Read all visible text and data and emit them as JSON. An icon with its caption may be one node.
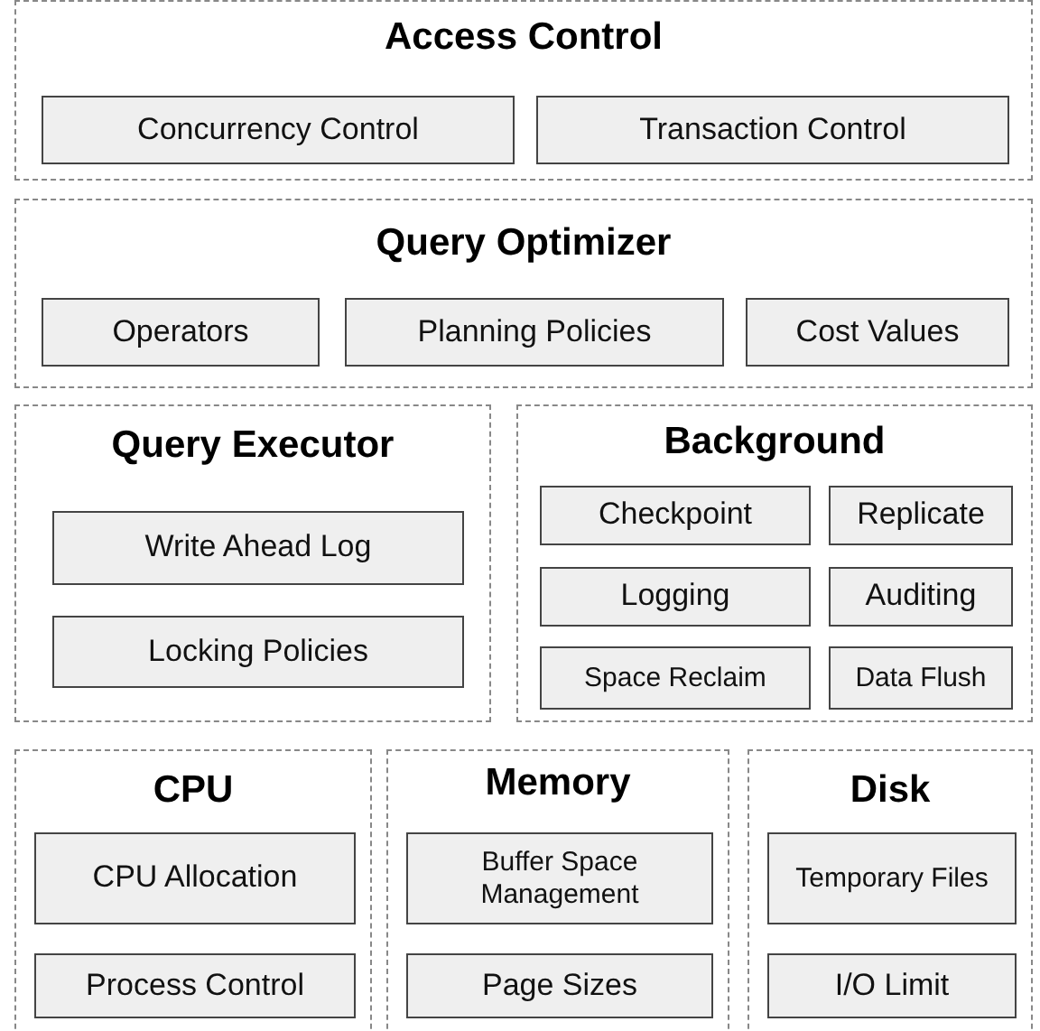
{
  "diagram": {
    "nodes": [
      {
        "text": [
          "Access Control"
        ]
      },
      {
        "text": [
          "Concurrency Control"
        ],
        "in": 0
      },
      {
        "text": [
          "Transaction Control"
        ],
        "in": 0
      },
      {
        "text": [
          "Query Optimizer"
        ]
      },
      {
        "text": [
          "Operators"
        ],
        "in": 3
      },
      {
        "text": [
          "Planning Policies"
        ],
        "in": 3
      },
      {
        "text": [
          "Cost Values"
        ],
        "in": 3
      },
      {
        "text": [
          "Query Executor"
        ]
      },
      {
        "text": [
          "Write Ahead Log"
        ],
        "in": 7
      },
      {
        "text": [
          "Locking Policies"
        ],
        "in": 7
      },
      {
        "text": [
          "Background"
        ]
      },
      {
        "text": [
          "Checkpoint"
        ],
        "in": 10
      },
      {
        "text": [
          "Replicate"
        ],
        "in": 10
      },
      {
        "text": [
          "Logging"
        ],
        "in": 10
      },
      {
        "text": [
          "Auditing"
        ],
        "in": 10
      },
      {
        "text": [
          "Space Reclaim"
        ],
        "in": 10
      },
      {
        "text": [
          "Data Flush"
        ],
        "in": 10
      },
      {
        "text": [
          "CPU"
        ]
      },
      {
        "text": [
          "CPU Allocation"
        ],
        "in": 17
      },
      {
        "text": [
          "Process Control"
        ],
        "in": 17
      },
      {
        "text": [
          "Memory"
        ]
      },
      {
        "text": [
          "Buffer Space Management"
        ],
        "in": 20
      },
      {
        "text": [
          "Page Sizes"
        ],
        "in": 20
      },
      {
        "text": [
          "Disk"
        ]
      },
      {
        "text": [
          "Temporary Files"
        ],
        "in": 23
      },
      {
        "text": [
          "I/O Limit"
        ],
        "in": 23
      }
    ]
  }
}
